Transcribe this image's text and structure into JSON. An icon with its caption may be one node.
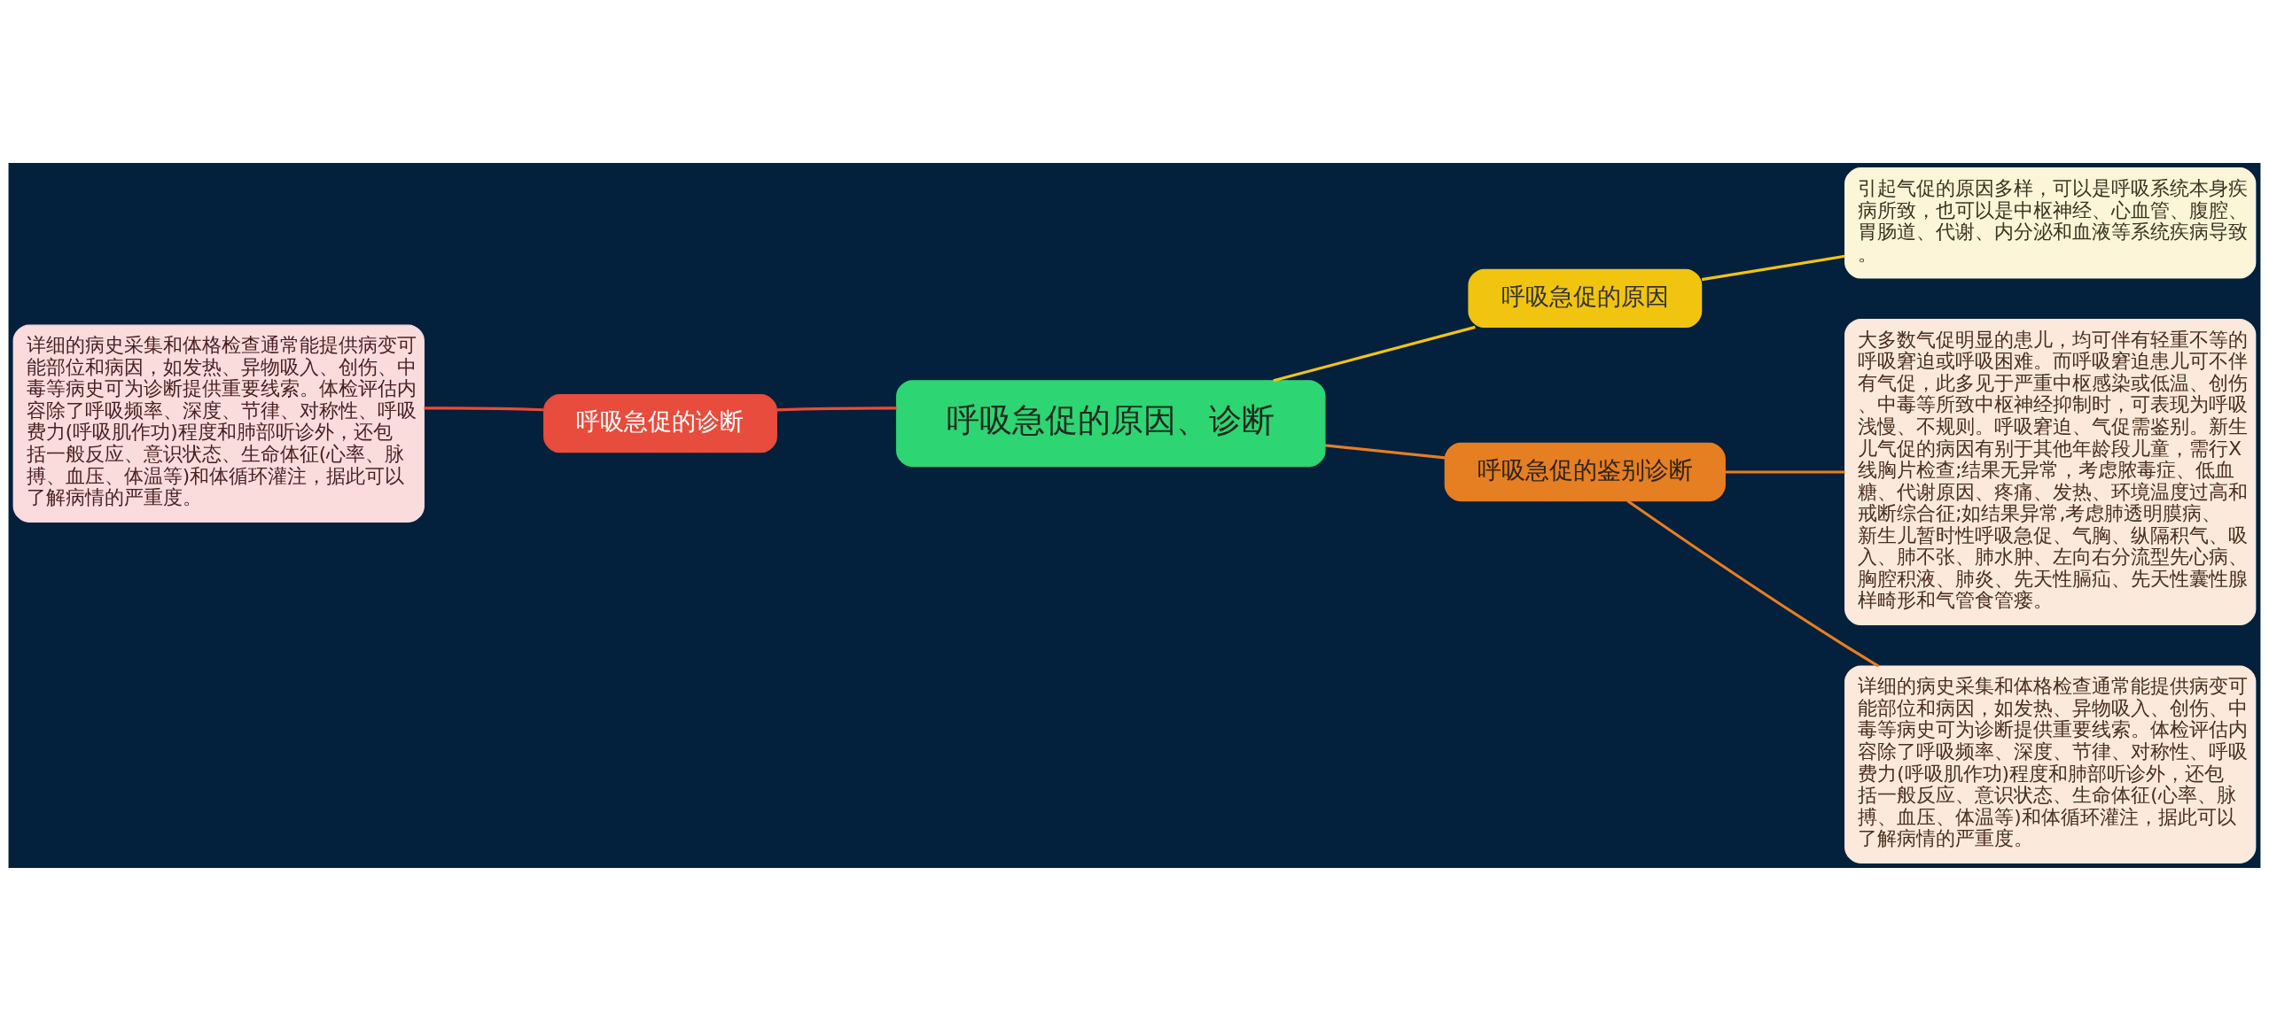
{
  "diagram": {
    "nodes": [
      {
        "text": [
          "呼吸急促的原因、诊断"
        ]
      },
      {
        "text": [
          "呼吸急促的原因"
        ]
      },
      {
        "text": [
          "引起气促的原因多样，可以是呼吸系统本身疾病所致，也可以是中枢神经、心血管、腹腔、胃肠道、代谢、内分泌和血液等系统疾病导致。"
        ]
      },
      {
        "text": [
          "呼吸急促的鉴别诊断"
        ]
      },
      {
        "text": [
          "大多数气促明显的患儿，均可伴有轻重不等的呼吸窘迫或呼吸困难。而呼吸窘迫患儿可不伴有气促，此多见于严重中枢感染或低温、创伤、中毒等所致中枢神经抑制时，可表现为呼吸浅慢、不规则。呼吸窘迫、气促需鉴别。新生儿气促的病因有别于其他年龄段儿童，需行X线胸片检查;结果无异常，考虑脓毒症、低血糖、代谢原因、疼痛、发热、环境温度过高和戒断综合征;如结果异常,考虑肺透明膜病、新生儿暂时性呼吸急促、气胸、纵隔积气、吸入、肺不张、肺水肿、左向右分流型先心病、胸腔积液、肺炎、先天性膈疝、先天性囊性腺样畸形和气管食管瘘。"
        ]
      },
      {
        "text": [
          "详细的病史采集和体格检查通常能提供病变可能部位和病因，如发热、异物吸入、创伤、中毒等病史可为诊断提供重要线索。体检评估内容除了呼吸频率、深度、节律、对称性、呼吸费力(呼吸肌作功)程度和肺部听诊外，还包括一般反应、意识状态、生命体征(心率、脉搏、血压、体温等)和体循环灌注，据此可以了解病情的严重度。"
        ]
      },
      {
        "text": [
          "呼吸急促的诊断"
        ]
      },
      {
        "text": [
          "详细的病史采集和体格检查通常能提供病变可能部位和病因，如发热、异物吸入、创伤、中毒等病史可为诊断提供重要线索。体检评估内容除了呼吸频率、深度、节律、对称性、呼吸费力(呼吸肌作功)程度和肺部听诊外，还包括一般反应、意识状态、生命体征(心率、脉搏、血压、体温等)和体循环灌注，据此可以了解病情的严重度。"
        ]
      }
    ],
    "edges": [
      {
        "from": 0,
        "to": 1,
        "arrow": "none",
        "color": "#f1c40f"
      },
      {
        "from": 1,
        "to": 2,
        "arrow": "none",
        "color": "#f1c40f"
      },
      {
        "from": 0,
        "to": 3,
        "arrow": "none",
        "color": "#e67e22"
      },
      {
        "from": 3,
        "to": 4,
        "arrow": "none",
        "color": "#e67e22"
      },
      {
        "from": 3,
        "to": 5,
        "arrow": "none",
        "color": "#e67e22"
      },
      {
        "from": 0,
        "to": 6,
        "arrow": "none",
        "color": "#e74c3c"
      },
      {
        "from": 6,
        "to": 7,
        "arrow": "none",
        "color": "#e74c3c"
      }
    ]
  }
}
